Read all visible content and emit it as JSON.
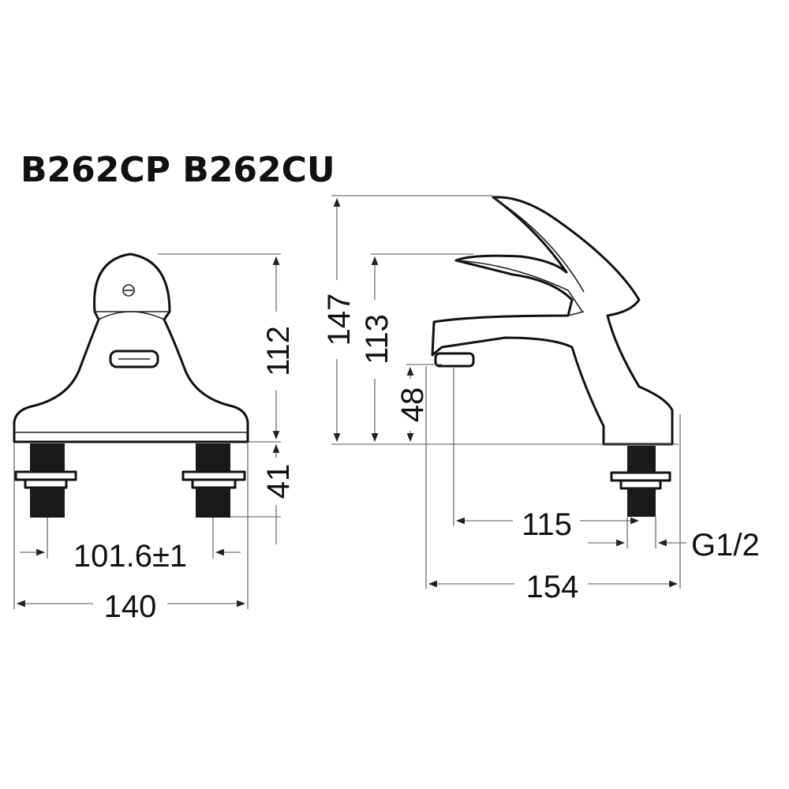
{
  "title": "B262CP B262CU",
  "front_view": {
    "height_to_top": "112",
    "shank_length": "41",
    "center_distance": "101.6±1",
    "overall_width": "140"
  },
  "side_view": {
    "overall_height": "147",
    "spout_height_top": "113",
    "spout_outlet_height": "48",
    "spout_reach": "115",
    "overall_depth": "154",
    "thread_size": "G1/2"
  },
  "colors": {
    "line": "#111111",
    "background": "#ffffff"
  }
}
